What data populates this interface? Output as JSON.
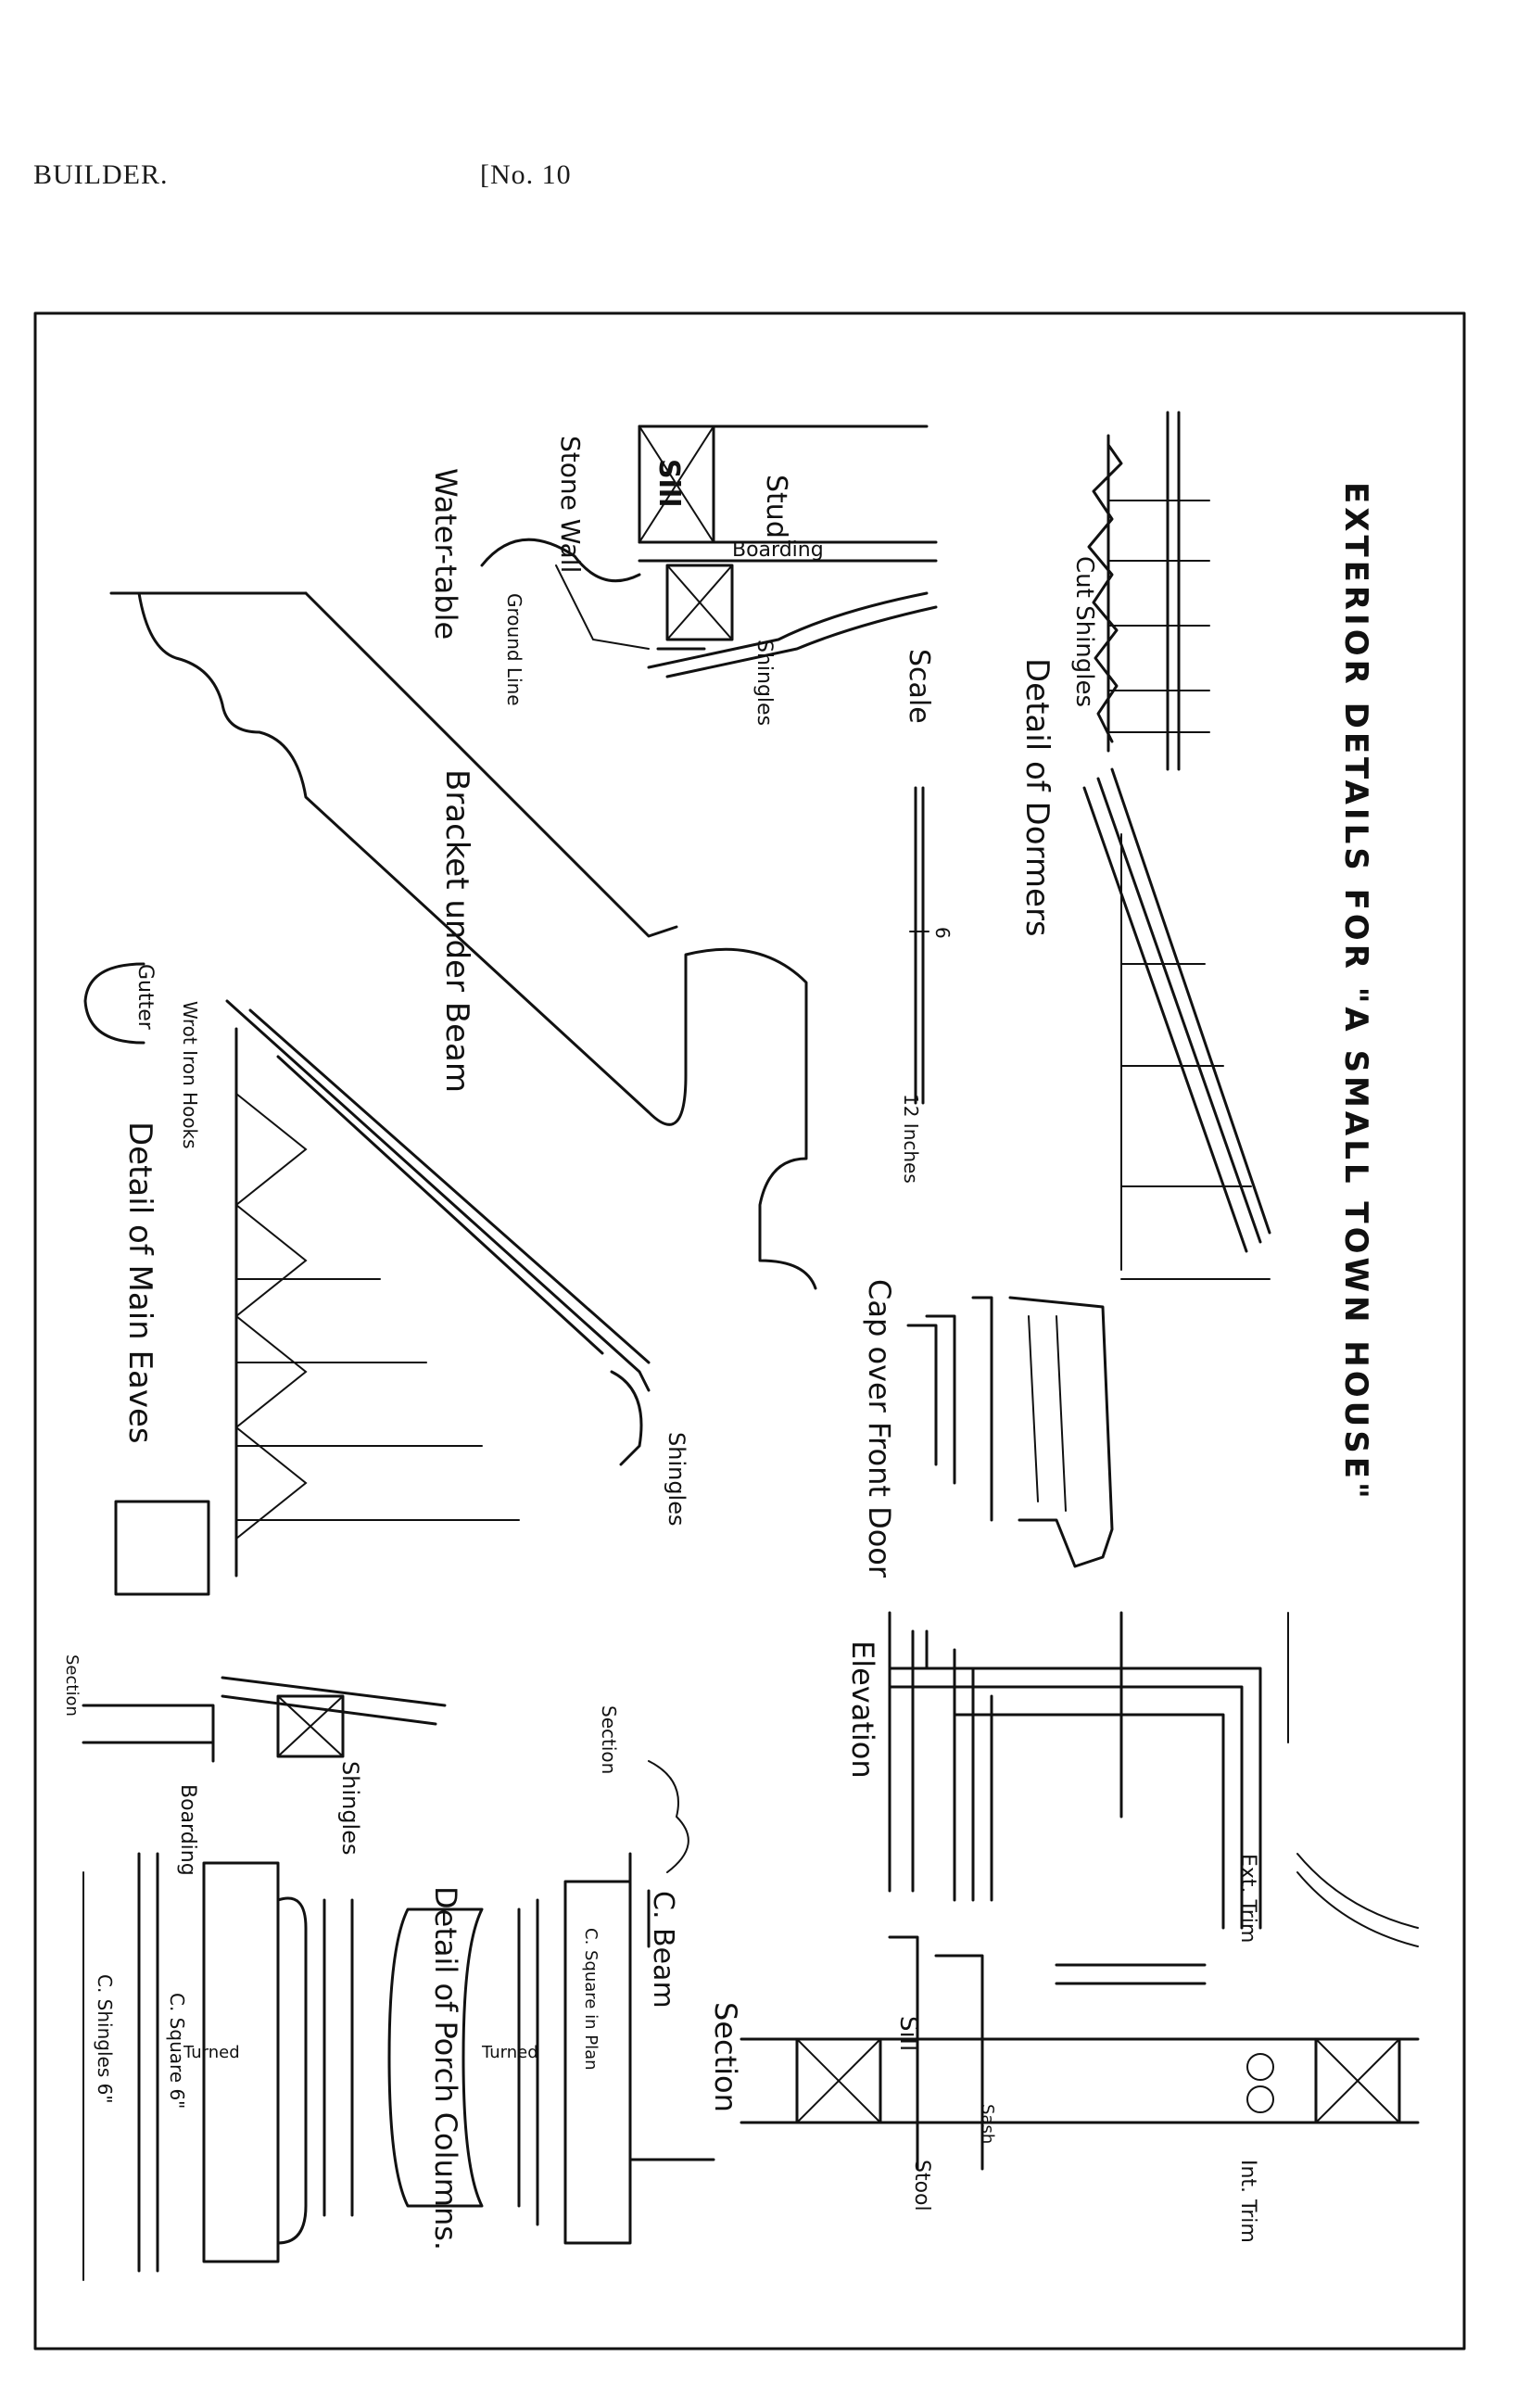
{
  "header": {
    "publication": "BUILDER.",
    "issue": "[No. 10"
  },
  "plate": {
    "title": "EXTERIOR DETAILS FOR \"A SMALL TOWN HOUSE\"",
    "labels": {
      "cut_shingles": "Cut Shingles",
      "detail_dormers": "Detail of Dormers",
      "scale": "Scale",
      "scale_6": "6",
      "scale_12": "12 Inches",
      "stud": "Stud",
      "sill_top": "Sill",
      "boarding_top": "Boarding",
      "stone_wall": "Stone Wall",
      "ground_line": "Ground Line",
      "water_table": "Water-table",
      "shingles_top": "Shingles",
      "bracket": "Bracket under Beam",
      "cap_door": "Cap over Front Door",
      "gutter": "Gutter",
      "wrot_iron": "Wrot Iron Hooks",
      "shingles_eaves": "Shingles",
      "detail_eaves": "Detail of Main Eaves",
      "elevation": "Elevation",
      "ext_trim": "Ext. Trim",
      "int_trim": "Int. Trim",
      "sill_window": "Sill",
      "sash": "Sash",
      "stool": "Stool",
      "section_window": "Section",
      "section_small": "Section",
      "beam": "C. Beam",
      "section_beam": "Section",
      "shingles_porch": "Shingles",
      "boarding_porch": "Boarding",
      "square_plan": "C. Square in Plan",
      "turned_a": "Turned",
      "turned_b": "Turned",
      "detail_porch": "Detail of Porch Columns.",
      "square_6": "C. Square 6\"",
      "shingles_6": "C. Shingles 6\""
    }
  }
}
